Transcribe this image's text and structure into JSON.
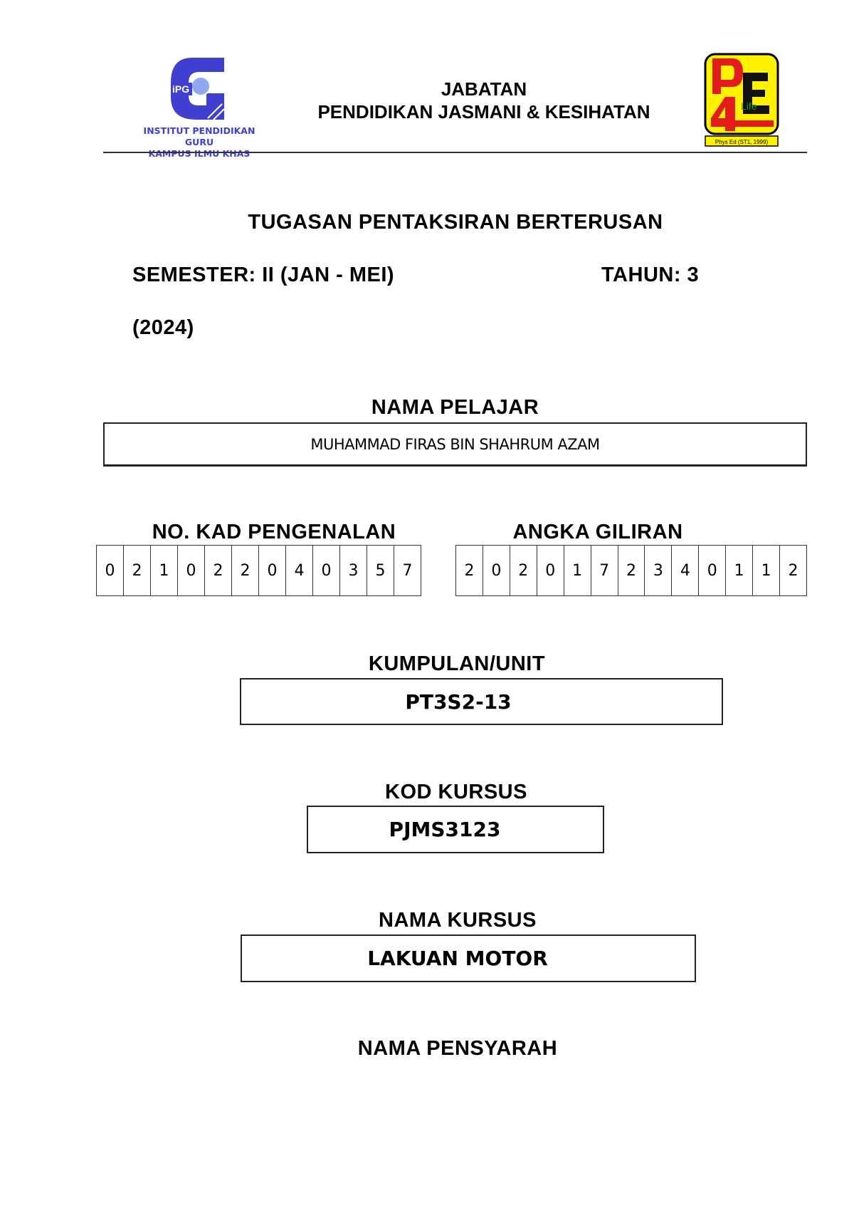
{
  "header": {
    "ipg_logo_text": [
      "INSTITUT PENDIDIKAN GURU",
      "KAMPUS ILMU KHAS"
    ],
    "ipg_logo_mark": "IPG",
    "department_line1": "JABATAN",
    "department_line2": "PENDIDIKAN JASMANI & KESIHATAN",
    "pe_logo": {
      "letters": "PE4",
      "word": "Life",
      "caption": "Phys Ed (ST1, 1999)"
    }
  },
  "title": "TUGASAN PENTAKSIRAN BERTERUSAN",
  "semester": "SEMESTER: II (JAN - MEI)",
  "year_level": "TAHUN: 3",
  "year": "(2024)",
  "student_name": {
    "label": "NAMA PELAJAR",
    "value": "MUHAMMAD FIRAS BIN SHAHRUM AZAM"
  },
  "ic_number": {
    "label": "NO. KAD PENGENALAN",
    "digits": [
      "0",
      "2",
      "1",
      "0",
      "2",
      "2",
      "0",
      "4",
      "0",
      "3",
      "5",
      "7"
    ]
  },
  "index_number": {
    "label": "ANGKA GILIRAN",
    "digits": [
      "2",
      "0",
      "2",
      "0",
      "1",
      "7",
      "2",
      "3",
      "4",
      "0",
      "1",
      "1",
      "2"
    ]
  },
  "group": {
    "label": "KUMPULAN/UNIT",
    "value": "PT3S2-13"
  },
  "course_code": {
    "label": "KOD KURSUS",
    "value": "PJMS3123"
  },
  "course_name": {
    "label": "NAMA KURSUS",
    "value": "LAKUAN MOTOR"
  },
  "lecturer": {
    "label": "NAMA PENSYARAH"
  },
  "colors": {
    "ipg_blue": "#3f3fd0",
    "pe_yellow": "#fff200",
    "pe_red": "#e21b1b"
  }
}
